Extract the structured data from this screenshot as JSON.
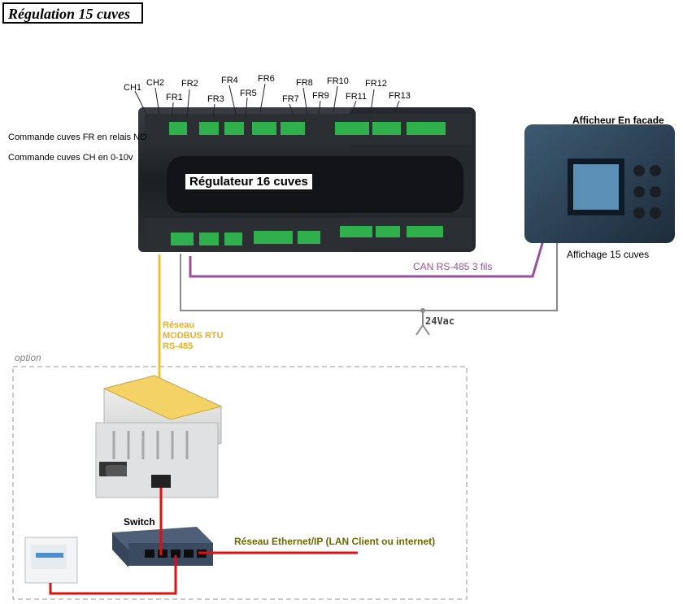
{
  "title": "Régulation 15 cuves",
  "controller": {
    "label": "Régulateur 16 cuves",
    "channels": [
      "CH1",
      "CH2",
      "FR1",
      "FR2",
      "FR3",
      "FR4",
      "FR5",
      "FR6",
      "FR7",
      "FR8",
      "FR9",
      "FR10",
      "FR11",
      "FR12",
      "FR13"
    ]
  },
  "notes": {
    "relay": "Commande cuves FR en relais NO",
    "analog": "Commande cuves CH en 0-10v"
  },
  "display": {
    "title": "Afficheur En facade",
    "subtitle": "Affichage 15 cuves"
  },
  "links": {
    "can": "CAN RS-485 3 fils",
    "power": "24Vac",
    "modbus": [
      "Réseau",
      "MODBUS RTU",
      "RS-485"
    ],
    "ethernet_prefix": "Réseau Ethernet/IP",
    "ethernet_suffix": "(LAN Client ou internet)"
  },
  "option": {
    "label": "option",
    "switch_label": "Switch"
  },
  "colors": {
    "can": "#9b4f9b",
    "modbus": "#f0c030",
    "power": "#888888",
    "ethernet": "#e01010",
    "terminal": "#2fb04c"
  }
}
